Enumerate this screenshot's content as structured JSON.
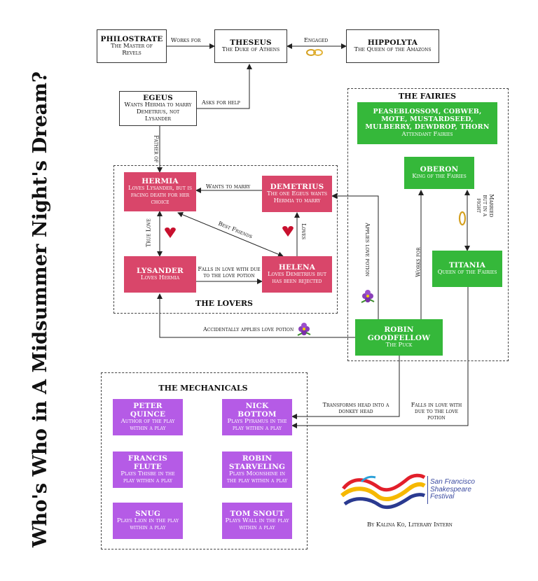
{
  "title": "Who's Who in A Midsummer Night's Dream?",
  "characters": {
    "philostrate": {
      "name": "PHILOSTRATE",
      "desc": "The Master of Revels"
    },
    "theseus": {
      "name": "THESEUS",
      "desc": "The Duke of Athens"
    },
    "hippolyta": {
      "name": "HIPPOLYTA",
      "desc": "The Queen of the Amazons"
    },
    "egeus": {
      "name": "EGEUS",
      "desc": "Wants Hermia to marry Demetrius, not Lysander"
    },
    "hermia": {
      "name": "HERMIA",
      "desc": "Loves Lysander, but is facing death for her choice"
    },
    "demetrius": {
      "name": "DEMETRIUS",
      "desc": "The one Egeus wants Hermia to marry"
    },
    "lysander": {
      "name": "LYSANDER",
      "desc": "Loves Hermia"
    },
    "helena": {
      "name": "HELENA",
      "desc": "Loves Demetrius but has been rejected"
    },
    "attendants": {
      "name": "PEASEBLOSSOM, COBWEB, MOTE, MUSTARDSEED, MULBERRY, DEWDROP, THORN",
      "desc": "Attendant Fairies"
    },
    "oberon": {
      "name": "OBERON",
      "desc": "King of the Fairies"
    },
    "titania": {
      "name": "TITANIA",
      "desc": "Queen of the Fairies"
    },
    "robin": {
      "name": "ROBIN GOODFELLOW",
      "desc": "The Puck"
    },
    "quince": {
      "name": "PETER QUINCE",
      "desc": "Author of the play within a play"
    },
    "bottom": {
      "name": "NICK BOTTOM",
      "desc": "Plays Pyramus in the play within a play"
    },
    "flute": {
      "name": "FRANCIS FLUTE",
      "desc": "Plays Thisbe in the play within a play"
    },
    "starveling": {
      "name": "ROBIN STARVELING",
      "desc": "Plays Moonshine in the play within a play"
    },
    "snug": {
      "name": "SNUG",
      "desc": "Plays Lion in the play within a play"
    },
    "snout": {
      "name": "TOM SNOUT",
      "desc": "Plays Wall in the play within a play"
    }
  },
  "groups": {
    "fairies": "THE FAIRIES",
    "lovers": "THE LOVERS",
    "mechanicals": "THE MECHANICALS"
  },
  "relations": {
    "works_for": "Works for",
    "engaged": "Engaged",
    "asks_for_help": "Asks for help",
    "father_of": "Father of",
    "wants_to_marry": "Wants to marry",
    "true_love": "True Love",
    "best_friends": "Best Friends",
    "loves": "Loves",
    "falls_in_love_due": "Falls in love with due to the love potion",
    "applies_love_potion": "Applies love potion",
    "works_for_oberon": "Works for",
    "married_but_fight": "Married but in a fight",
    "accidentally_applies": "Accidentally applies love potion",
    "transforms_head": "Transforms head into a donkey head",
    "falls_in_love_titania": "Falls in love with due to the love potion"
  },
  "logo": {
    "line1": "San Francisco",
    "line2": "Shakespeare",
    "line3": "Festival"
  },
  "credit": "By Kalina Ko, Literary Intern",
  "colors": {
    "lovers": "#d9466a",
    "fairies": "#35b83a",
    "mechanicals": "#b55be6"
  }
}
